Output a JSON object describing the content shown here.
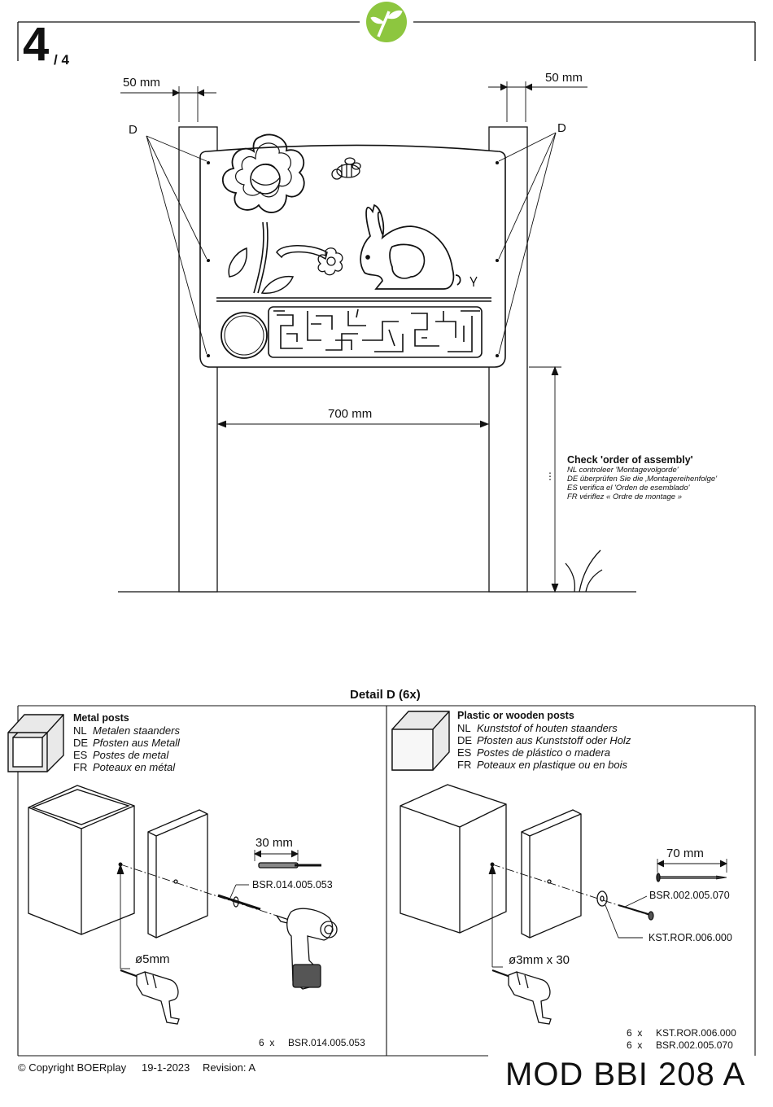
{
  "header": {
    "step_number": "4",
    "step_total": "/ 4",
    "logo_icon": "boerplay-logo-icon",
    "logo_color": "#8dc63f"
  },
  "drawing": {
    "dim_left": "50 mm",
    "dim_right": "50 mm",
    "dim_span": "700 mm",
    "marker_left": "D",
    "marker_right": "D",
    "dots": "⋮",
    "note": {
      "title": "Check 'order of assembly'",
      "lines": [
        "NL controleer 'Montagevolgorde'",
        "DE überprüfen Sie die ‚Montagereihenfolge'",
        "ES verifica el 'Orden de esemblado'",
        "FR vériflez « Ordre de montage »"
      ]
    }
  },
  "detail": {
    "title": "Detail D  (6x)",
    "metal": {
      "title": "Metal posts",
      "langs": [
        {
          "code": "NL",
          "text": "Metalen staanders"
        },
        {
          "code": "DE",
          "text": "Pfosten aus Metall"
        },
        {
          "code": "ES",
          "text": "Postes de metal"
        },
        {
          "code": "FR",
          "text": "Poteaux en métal"
        }
      ],
      "dim_rivet": "30 mm",
      "part_rivet": "BSR.014.005.053",
      "drill_size": "ø5mm",
      "qty": [
        {
          "n": "6",
          "x": "x",
          "code": "BSR.014.005.053"
        }
      ]
    },
    "plastic": {
      "title": "Plastic or wooden posts",
      "langs": [
        {
          "code": "NL",
          "text": "Kunststof of houten staanders"
        },
        {
          "code": "DE",
          "text": "Pfosten aus Kunststoff oder Holz"
        },
        {
          "code": "ES",
          "text": "Postes de plástico o madera"
        },
        {
          "code": "FR",
          "text": "Poteaux en plastique ou en bois"
        }
      ],
      "dim_screw": "70 mm",
      "part_screw": "BSR.002.005.070",
      "part_washer": "KST.ROR.006.000",
      "drill_size": "ø3mm x 30",
      "qty": [
        {
          "n": "6",
          "x": "x",
          "code": "KST.ROR.006.000"
        },
        {
          "n": "6",
          "x": "x",
          "code": "BSR.002.005.070"
        }
      ]
    }
  },
  "footer": {
    "copyright": "© Copyright BOERplay",
    "date": "19-1-2023",
    "revision": "Revision: A",
    "model": "MOD  BBI  208 A"
  }
}
